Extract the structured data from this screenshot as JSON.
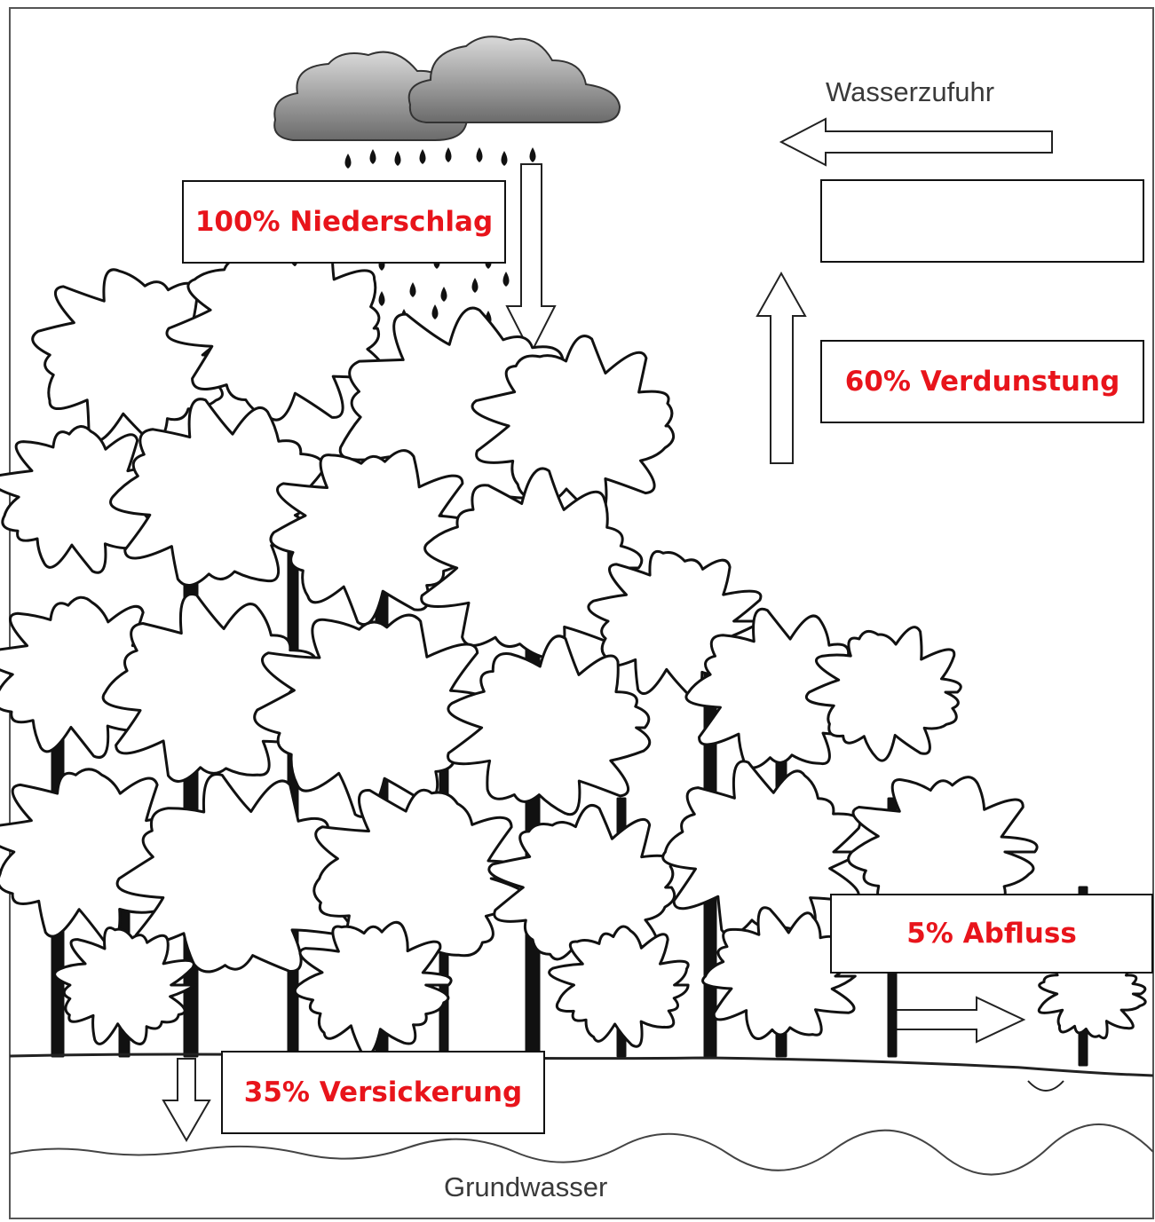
{
  "labels": {
    "niederschlag": "100% Niederschlag",
    "verdunstung": "60% Verdunstung",
    "abfluss": "5% Abfluss",
    "versickerung": "35% Versickerung",
    "empty_box": ""
  },
  "captions": {
    "wasserzufuhr": "Wasserzufuhr",
    "grundwasser": "Grundwasser"
  },
  "colors": {
    "label_red": "#e8141b",
    "ink": "#111111",
    "caption_gray": "#3a3a3a"
  },
  "icons": [
    "cloud-icon",
    "rain-drop-icon",
    "arrow-down-icon",
    "arrow-up-icon",
    "arrow-left-icon",
    "arrow-right-icon",
    "tree-icon"
  ]
}
